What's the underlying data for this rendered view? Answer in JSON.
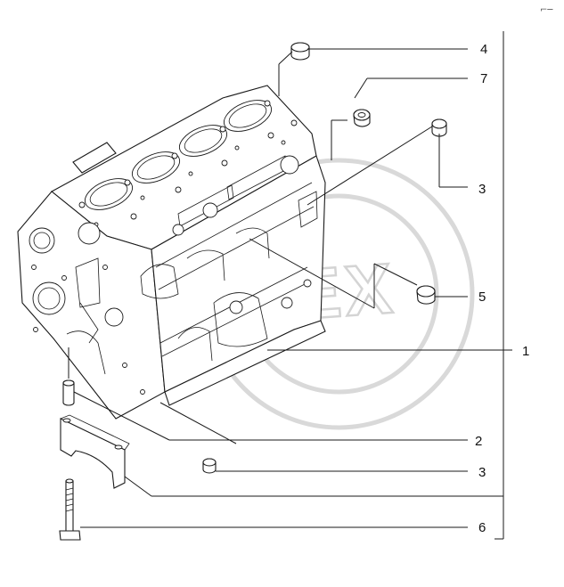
{
  "diagram": {
    "callouts": [
      {
        "id": "c4",
        "label": "4"
      },
      {
        "id": "c7",
        "label": "7"
      },
      {
        "id": "c3a",
        "label": "3"
      },
      {
        "id": "c5",
        "label": "5"
      },
      {
        "id": "c1",
        "label": "1"
      },
      {
        "id": "c2",
        "label": "2"
      },
      {
        "id": "c3b",
        "label": "3"
      },
      {
        "id": "c6",
        "label": "6"
      }
    ],
    "corner_mark": "⌐─"
  }
}
